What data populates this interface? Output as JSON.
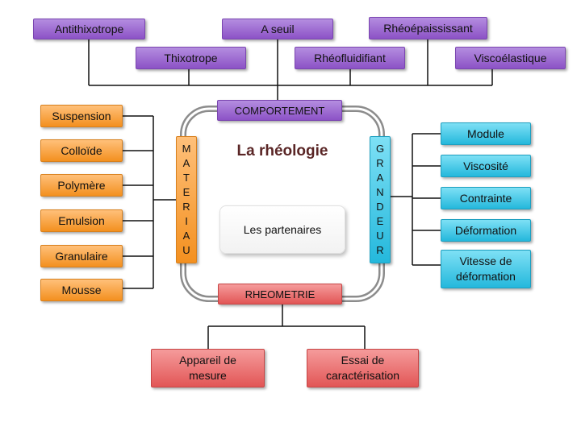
{
  "title": "La rhéologie",
  "partners": "Les partenaires",
  "top": {
    "label": "COMPORTEMENT",
    "items": [
      "Antithixotrope",
      "A seuil",
      "Rhéoépaississant",
      "Thixotrope",
      "Rhéofluidifiant",
      "Viscoélastique"
    ]
  },
  "left": {
    "letters": [
      "M",
      "A",
      "T",
      "E",
      "R",
      "I",
      "A",
      "U"
    ],
    "items": [
      "Suspension",
      "Colloïde",
      "Polymère",
      "Emulsion",
      "Granulaire",
      "Mousse"
    ]
  },
  "right": {
    "letters": [
      "G",
      "R",
      "A",
      "N",
      "D",
      "E",
      "U",
      "R"
    ],
    "items": [
      "Module",
      "Viscosité",
      "Contrainte",
      "Déformation",
      "Vitesse de déformation"
    ]
  },
  "bottom": {
    "label": "RHEOMETRIE",
    "items": [
      "Appareil de mesure",
      "Essai de caractérisation"
    ]
  },
  "colors": {
    "comportement": "#9b6bd2",
    "materiau": "#f7a54a",
    "grandeur": "#4fcbe8",
    "rheometrie": "#ec7272"
  }
}
